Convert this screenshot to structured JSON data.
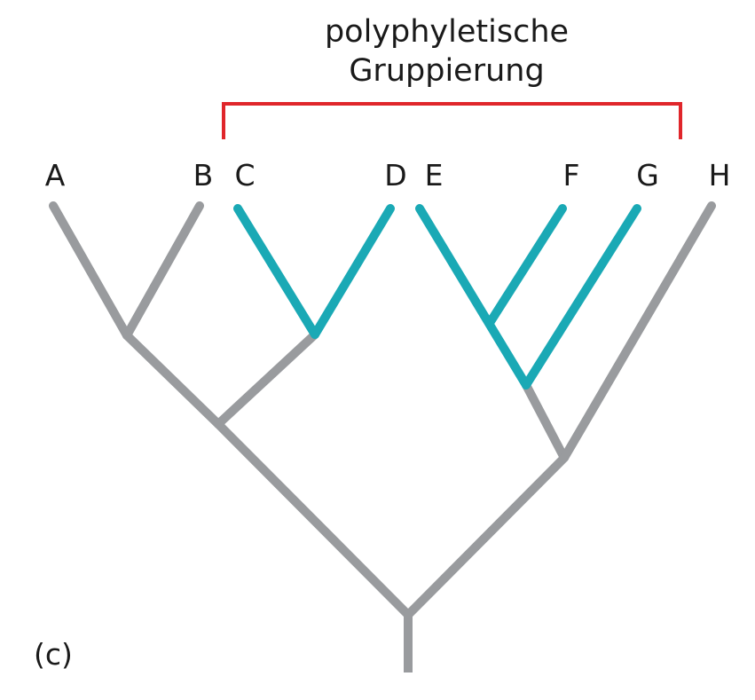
{
  "caption": {
    "line1": "polyphyletische",
    "line2": "Gruppierung"
  },
  "taxa": [
    "A",
    "B",
    "C",
    "D",
    "E",
    "F",
    "G",
    "H"
  ],
  "panel_label": "(c)",
  "colors": {
    "branch": "#999b9e",
    "highlight": "#1aa9b5",
    "bracket": "#e0262b",
    "text": "#1a1a1a"
  }
}
